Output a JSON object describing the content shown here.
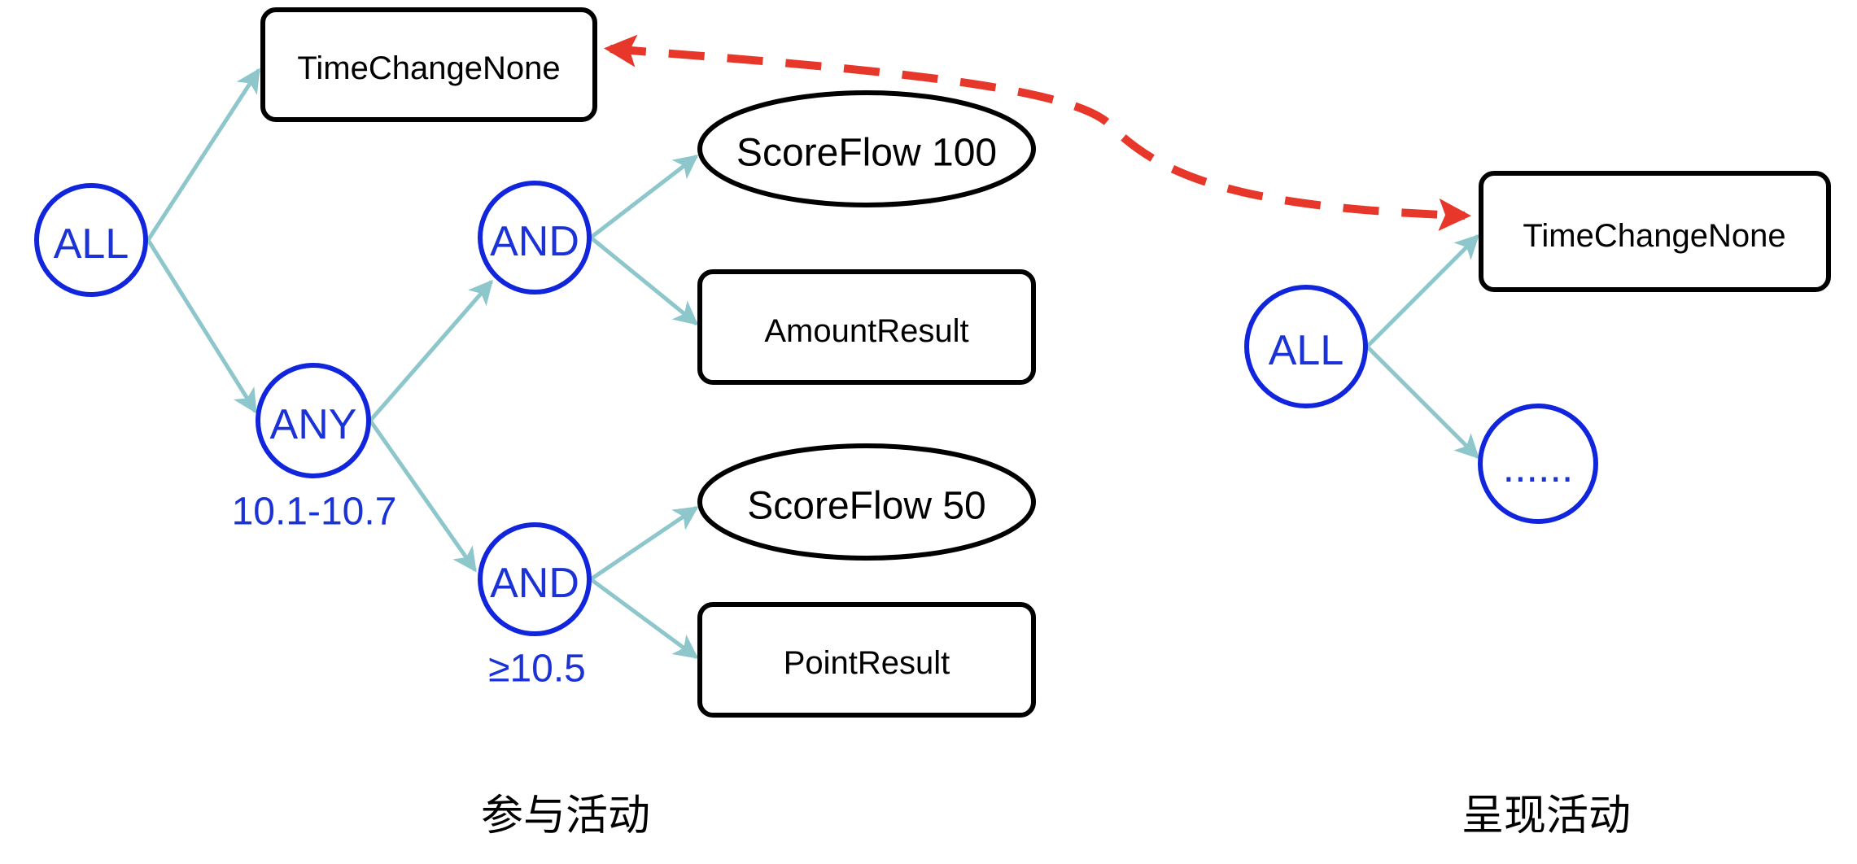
{
  "colors": {
    "logic_node": "#1126dc",
    "edge": "#8ec7cb",
    "link": "#e7372a",
    "box": "#000000"
  },
  "left_tree": {
    "root": "ALL",
    "time_box": "TimeChangeNone",
    "any": "ANY",
    "any_note": "10.1-10.7",
    "and_top": "AND",
    "and_bottom": "AND",
    "and_bottom_note": "≥10.5",
    "score_top": "ScoreFlow 100",
    "amount": "AmountResult",
    "score_bottom": "ScoreFlow 50",
    "point": "PointResult",
    "caption": "参与活动"
  },
  "right_tree": {
    "root": "ALL",
    "time_box": "TimeChangeNone",
    "more": "......",
    "caption": "呈现活动"
  }
}
